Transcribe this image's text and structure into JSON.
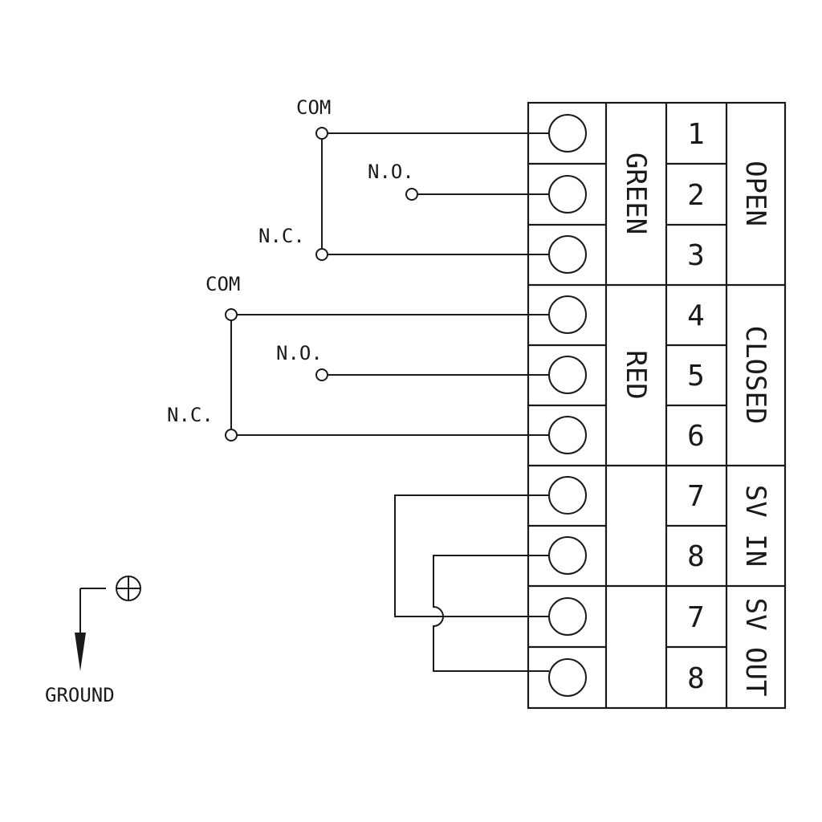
{
  "switches": [
    {
      "com": "COM",
      "no": "N.O.",
      "nc": "N.C."
    },
    {
      "com": "COM",
      "no": "N.O.",
      "nc": "N.C."
    }
  ],
  "wire_colors": [
    "GREEN",
    "RED"
  ],
  "terminal_numbers": [
    "1",
    "2",
    "3",
    "4",
    "5",
    "6",
    "7",
    "8",
    "7",
    "8"
  ],
  "functions": [
    "OPEN",
    "CLOSED",
    "SV IN",
    "SV OUT"
  ],
  "ground_label": "GROUND"
}
